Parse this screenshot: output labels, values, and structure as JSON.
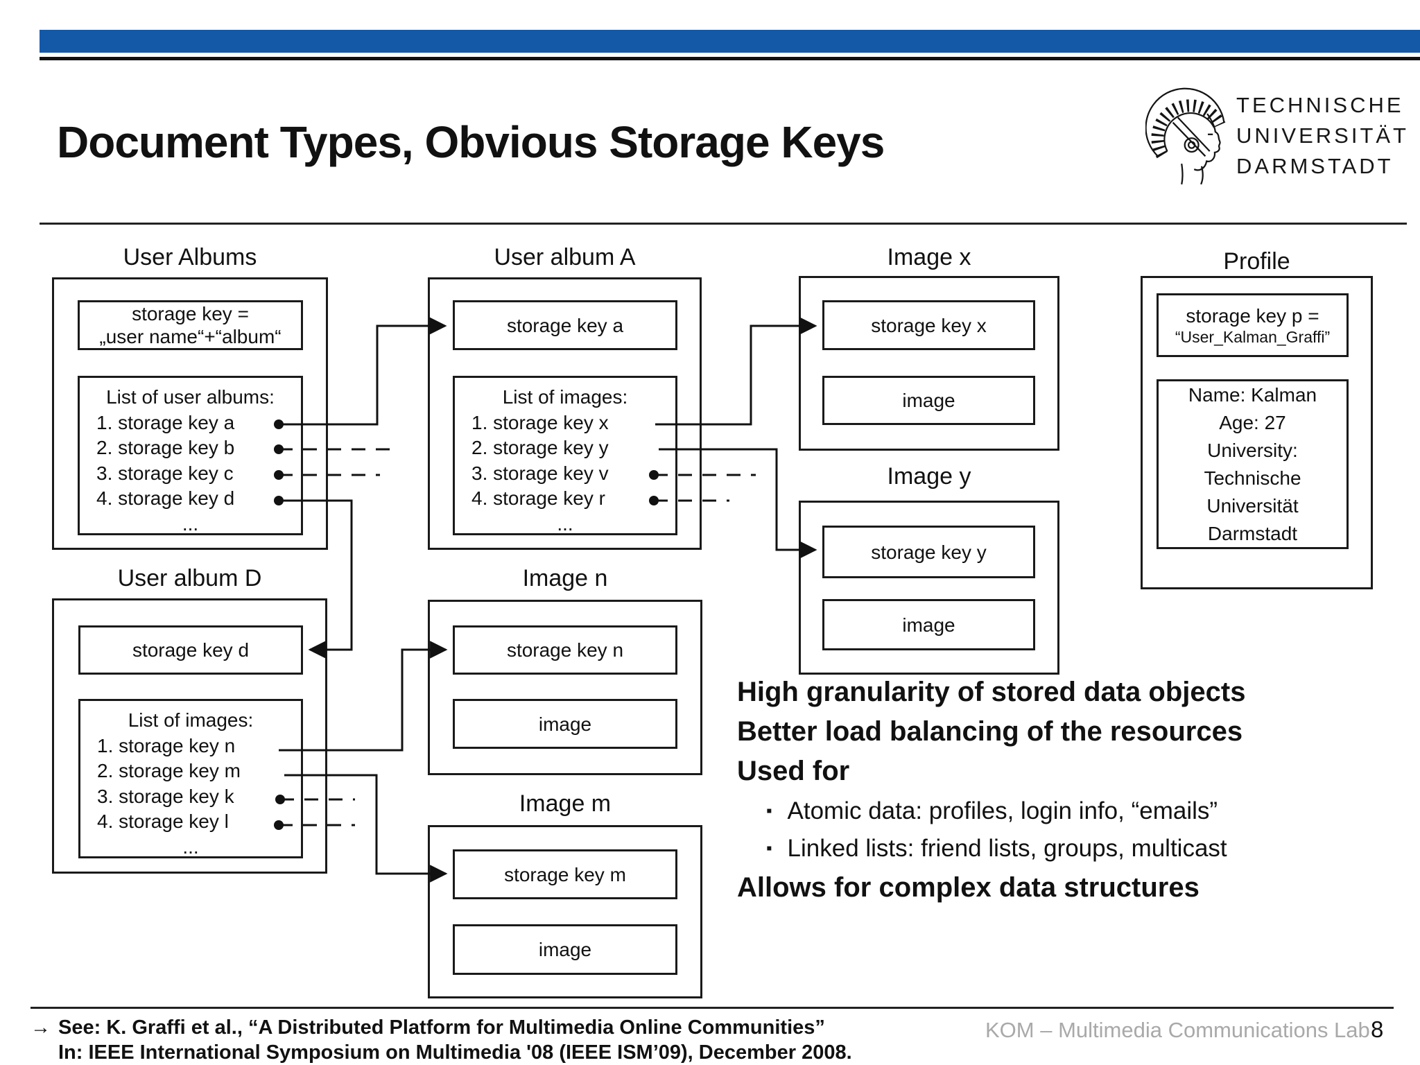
{
  "header": {
    "title": "Document Types, Obvious Storage Keys",
    "logo": {
      "line1": "TECHNISCHE",
      "line2": "UNIVERSITÄT",
      "line3": "DARMSTADT"
    }
  },
  "diagram": {
    "user_albums": {
      "title": "User Albums",
      "key_line1": "storage key =",
      "key_line2": "„user name“+“album“",
      "list_title": "List of user albums:",
      "items": [
        "1. storage key a",
        "2. storage key b",
        "3. storage key c",
        "4. storage key d"
      ],
      "ellipsis": "..."
    },
    "user_album_a": {
      "title": "User album A",
      "key": "storage key a",
      "list_title": "List of images:",
      "items": [
        "1. storage key x",
        "2. storage key y",
        "3. storage key v",
        "4. storage key r"
      ],
      "ellipsis": "..."
    },
    "image_x": {
      "title": "Image x",
      "key": "storage key x",
      "image": "image"
    },
    "image_y": {
      "title": "Image y",
      "key": "storage key y",
      "image": "image"
    },
    "profile": {
      "title": "Profile",
      "key_line1": "storage key p =",
      "key_line2": "“User_Kalman_Graffi”",
      "info": [
        "Name: Kalman",
        "Age: 27",
        "University:",
        "Technische",
        "Universität",
        "Darmstadt"
      ]
    },
    "user_album_d": {
      "title": "User album D",
      "key": "storage key d",
      "list_title": "List of images:",
      "items": [
        "1. storage key n",
        "2. storage key m",
        "3. storage key k",
        "4. storage key l"
      ],
      "ellipsis": "..."
    },
    "image_n": {
      "title": "Image n",
      "key": "storage key n",
      "image": "image"
    },
    "image_m": {
      "title": "Image m",
      "key": "storage key m",
      "image": "image"
    }
  },
  "notes": {
    "line1": "High granularity of stored data objects",
    "line2": "Better load balancing of the resources",
    "line3": "Used for",
    "bullets": [
      "Atomic data: profiles, login info, “emails”",
      "Linked lists: friend lists, groups, multicast"
    ],
    "line4": "Allows for complex data structures"
  },
  "footer": {
    "arrow": "→",
    "ref_line1": "See: K. Graffi et al., “A Distributed Platform for Multimedia Online Communities”",
    "ref_line2": "In: IEEE International Symposium on Multimedia '08 (IEEE ISM’09), December 2008.",
    "lab": "KOM – Multimedia Communications Lab",
    "page": "8"
  },
  "colors": {
    "accent_bar": "#1459A8",
    "lab_text": "#A9A9A9"
  }
}
